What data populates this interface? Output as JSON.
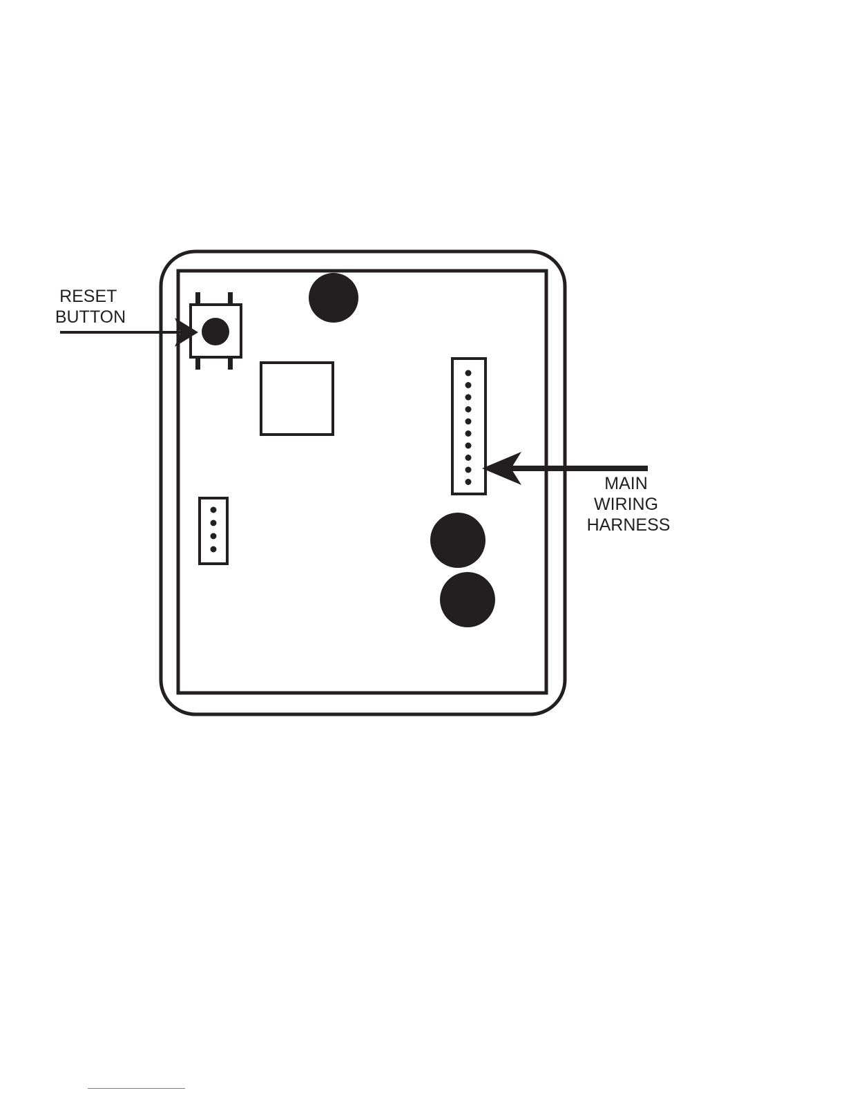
{
  "callouts": {
    "reset": {
      "lines": [
        "RESET",
        "BUTTON"
      ]
    },
    "harness": {
      "lines": [
        "MAIN",
        "WIRING",
        "HARNESS"
      ]
    }
  },
  "colors": {
    "ink": "#231f20",
    "background": "#ffffff",
    "footer_rule": "#5b7fd6"
  }
}
